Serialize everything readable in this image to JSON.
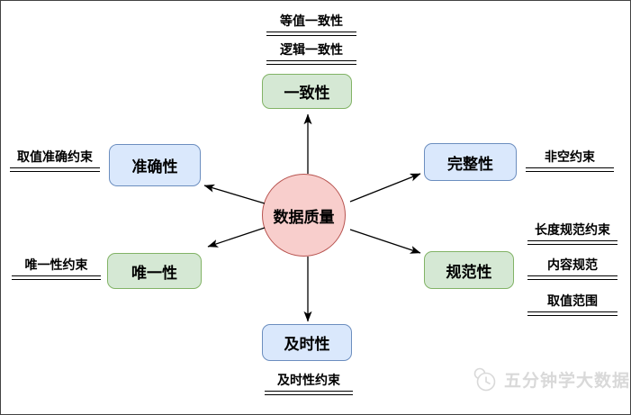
{
  "center": {
    "label": "数据质量",
    "fill": "#f8cecc",
    "stroke": "#b85450"
  },
  "nodes": {
    "consistency": {
      "label": "一致性",
      "color": "green",
      "sub1": "等值一致性",
      "sub2": "逻辑一致性"
    },
    "accuracy": {
      "label": "准确性",
      "color": "blue",
      "sub1": "取值准确约束"
    },
    "completeness": {
      "label": "完整性",
      "color": "blue",
      "sub1": "非空约束"
    },
    "uniqueness": {
      "label": "唯一性",
      "color": "green",
      "sub1": "唯一性约束"
    },
    "normativity": {
      "label": "规范性",
      "color": "green",
      "sub1": "长度规范约束",
      "sub2": "内容规范",
      "sub3": "取值范围"
    },
    "timeliness": {
      "label": "及时性",
      "color": "blue",
      "sub1": "及时性约束"
    }
  },
  "colors": {
    "blue_fill": "#dae8fc",
    "blue_stroke": "#6c8ebf",
    "green_fill": "#d5e8d4",
    "green_stroke": "#82b366",
    "line": "#000000"
  },
  "watermark": {
    "text": "五分钟学大数据",
    "icon": "clock-logo-icon",
    "color": "#d9d9d9"
  }
}
